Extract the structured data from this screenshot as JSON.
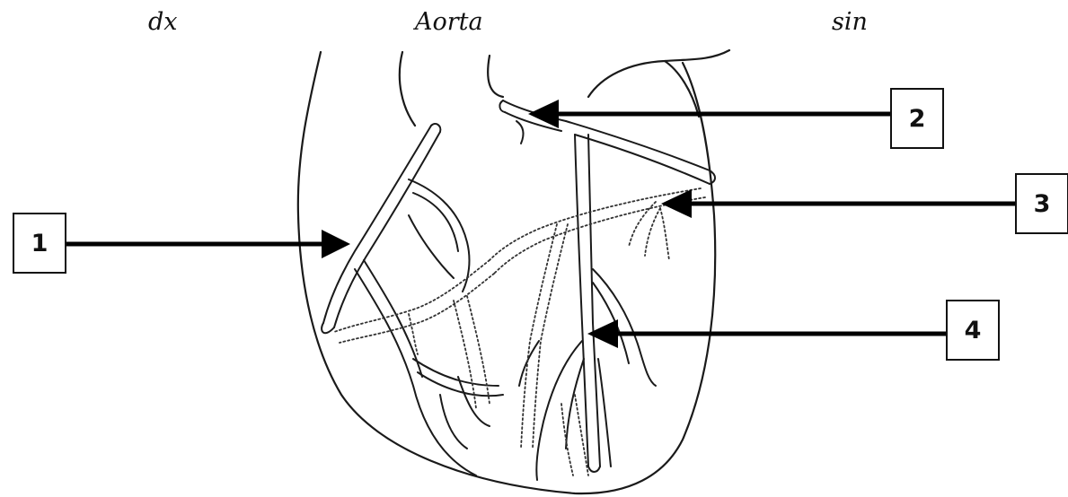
{
  "headings": {
    "right_side": "dx",
    "aorta": "Aorta",
    "left_side": "sin"
  },
  "labels": [
    "1",
    "2",
    "3",
    "4"
  ]
}
